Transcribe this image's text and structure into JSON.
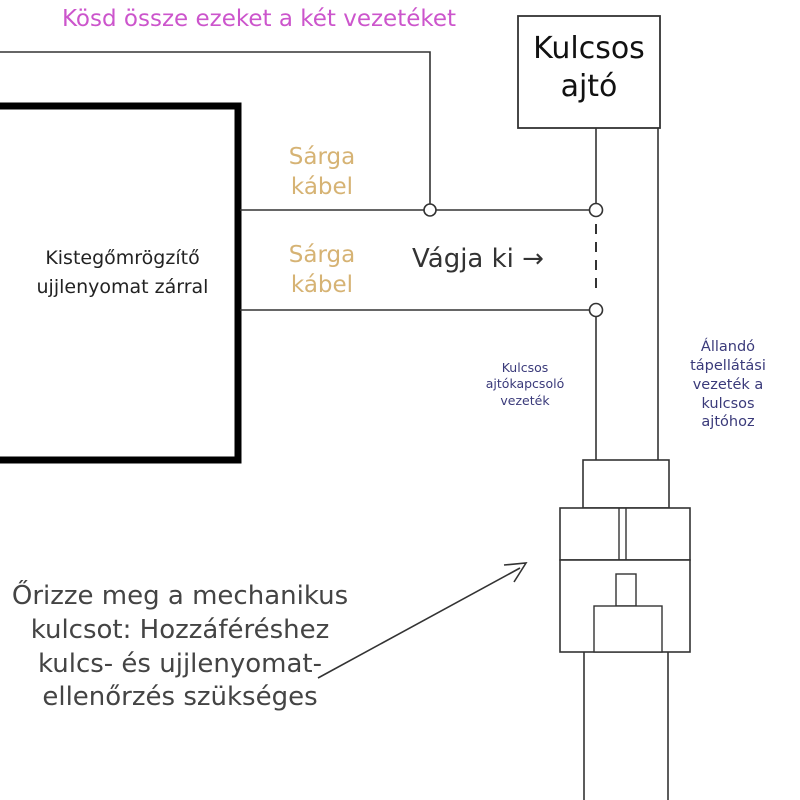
{
  "labels": {
    "top_note": "Kösd össze ezeket a két vezetéket",
    "key_door": "Kulcsos ajtó",
    "yellow_cable_1": "Sárga kábel",
    "yellow_cable_2": "Sárga kábel",
    "recorder": "Kistegőmrögzítő ujjlenyomat zárral",
    "cut_here": "Vágja ki →",
    "switch_wire": "Kulcsos ajtókapcsoló vezeték",
    "power_wire": "Állandó tápellátási vezeték a kulcsos ajtóhoz",
    "keep_key": "Őrizze meg a mechanikus kulcsot: Hozzáféréshez kulcs- és ujjlenyomat-ellenőrzés szükséges"
  },
  "colors": {
    "top_note": "#cc55cc",
    "yellow_cable": "#d6b374",
    "small_text": "#3a3a7a",
    "line": "#333333"
  }
}
